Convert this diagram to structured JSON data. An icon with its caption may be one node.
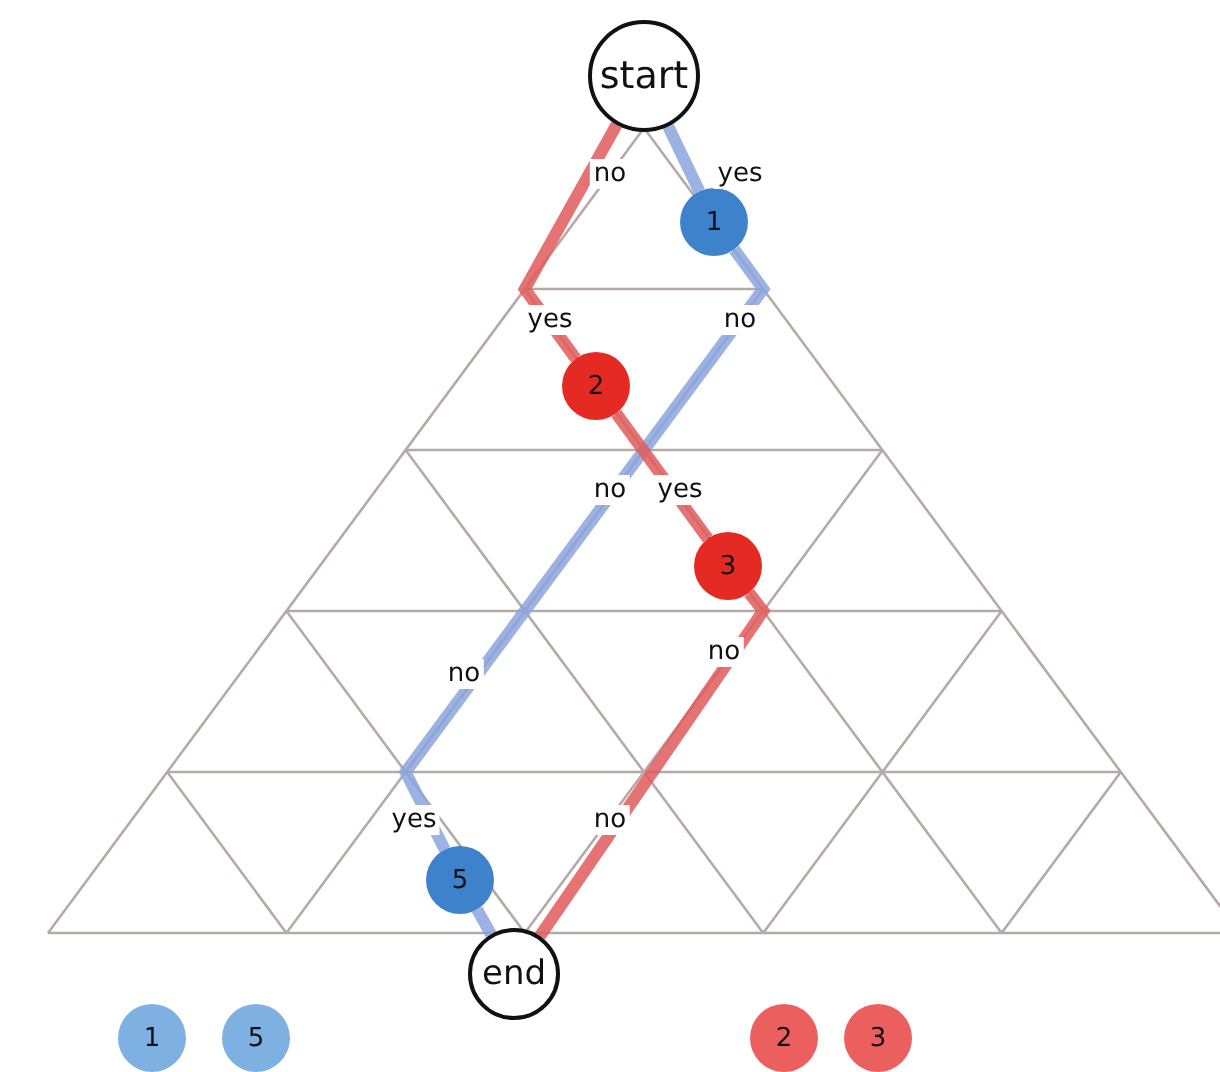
{
  "diagram": {
    "nodes": [
      {
        "text": [
          "start"
        ]
      },
      {
        "text": [
          "1"
        ]
      },
      {
        "text": [
          "2"
        ]
      },
      {
        "text": [
          "3"
        ]
      },
      {
        "text": [
          "5"
        ]
      },
      {
        "text": [
          "end"
        ]
      },
      {
        "text": [
          "1"
        ]
      },
      {
        "text": [
          "5"
        ]
      },
      {
        "text": [
          "2"
        ]
      },
      {
        "text": [
          "3"
        ]
      }
    ],
    "edges": [
      {
        "from": 0,
        "to": 1,
        "arrow": "none",
        "label": "yes",
        "color": "#8aa5dd"
      },
      {
        "from": 1,
        "to": 4,
        "arrow": "none",
        "label": "no",
        "color": "#8aa5dd"
      },
      {
        "from": 4,
        "to": 5,
        "arrow": "none",
        "color": "#8aa5dd"
      },
      {
        "from": 0,
        "to": 2,
        "arrow": "none",
        "label": "no",
        "color": "#e05a5a"
      },
      {
        "from": 2,
        "to": 3,
        "arrow": "none",
        "label": "yes",
        "color": "#e05a5a"
      },
      {
        "from": 3,
        "to": 5,
        "arrow": "none",
        "label": "no",
        "color": "#e05a5a"
      }
    ],
    "labels": [
      "yes",
      "no",
      "no",
      "yes",
      "no"
    ]
  }
}
